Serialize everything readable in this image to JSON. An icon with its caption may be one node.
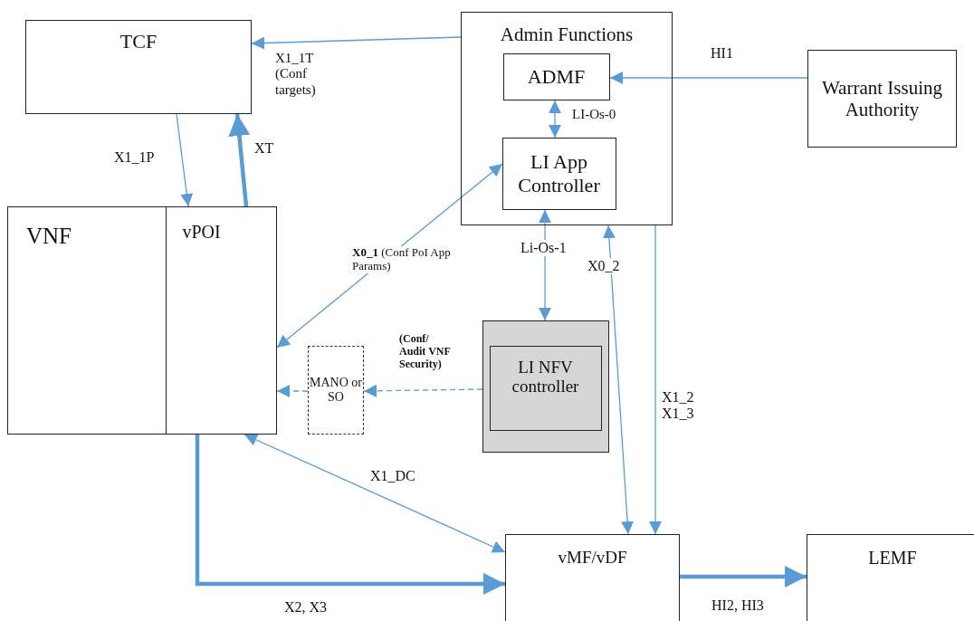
{
  "diagram": {
    "nodes": [
      {
        "text": [
          "TCF"
        ]
      },
      {
        "text": [
          "VNF"
        ]
      },
      {
        "text": [
          "vPOI"
        ],
        "in": 1
      },
      {
        "text": [
          "Admin Functions"
        ]
      },
      {
        "text": [
          "ADMF"
        ],
        "in": 3
      },
      {
        "text": [
          "LI App Controller"
        ],
        "in": 3
      },
      {
        "text": [
          "Warrant Issuing Authority"
        ]
      },
      {
        "text": [
          "MANO or SO"
        ]
      },
      {
        "text": [],
        "shape": "box"
      },
      {
        "text": [
          "LI NFV controller"
        ],
        "in": 8
      },
      {
        "text": [
          "vMF/vDF"
        ]
      },
      {
        "text": [
          "LEMF"
        ]
      }
    ],
    "edges": [
      {
        "from": 3,
        "to": 0,
        "arrow": "to",
        "label": "X1_1T (Conf targets)"
      },
      {
        "from": 0,
        "to": 2,
        "arrow": "to",
        "label": "X1_1P"
      },
      {
        "from": 2,
        "to": 0,
        "arrow": "to",
        "label": "XT",
        "style": "thick"
      },
      {
        "from": 4,
        "to": 5,
        "arrow": "both",
        "label": "LI-Os-0"
      },
      {
        "from": 6,
        "to": 4,
        "arrow": "to",
        "label": "HI1"
      },
      {
        "from": 5,
        "to": 2,
        "arrow": "both",
        "label": "**X0_1** (Conf PoI App Params)"
      },
      {
        "from": 5,
        "to": 8,
        "arrow": "both",
        "label": "Li-Os-1"
      },
      {
        "from": 3,
        "to": 10,
        "arrow": "both",
        "label": "X0_2"
      },
      {
        "from": 3,
        "to": 10,
        "arrow": "to",
        "label": "X1_2 X1_3"
      },
      {
        "from": 8,
        "to": 7,
        "arrow": "to",
        "label": "(Conf/ Audit VNF Security)",
        "style": "dashed"
      },
      {
        "from": 7,
        "to": 2,
        "arrow": "to",
        "style": "dashed"
      },
      {
        "from": 2,
        "to": 10,
        "arrow": "both",
        "label": "X1_DC"
      },
      {
        "from": 2,
        "to": 10,
        "arrow": "to",
        "label": "X2, X3",
        "style": "thick"
      },
      {
        "from": 10,
        "to": 11,
        "arrow": "to",
        "label": "HI2, HI3",
        "style": "thick"
      }
    ]
  }
}
